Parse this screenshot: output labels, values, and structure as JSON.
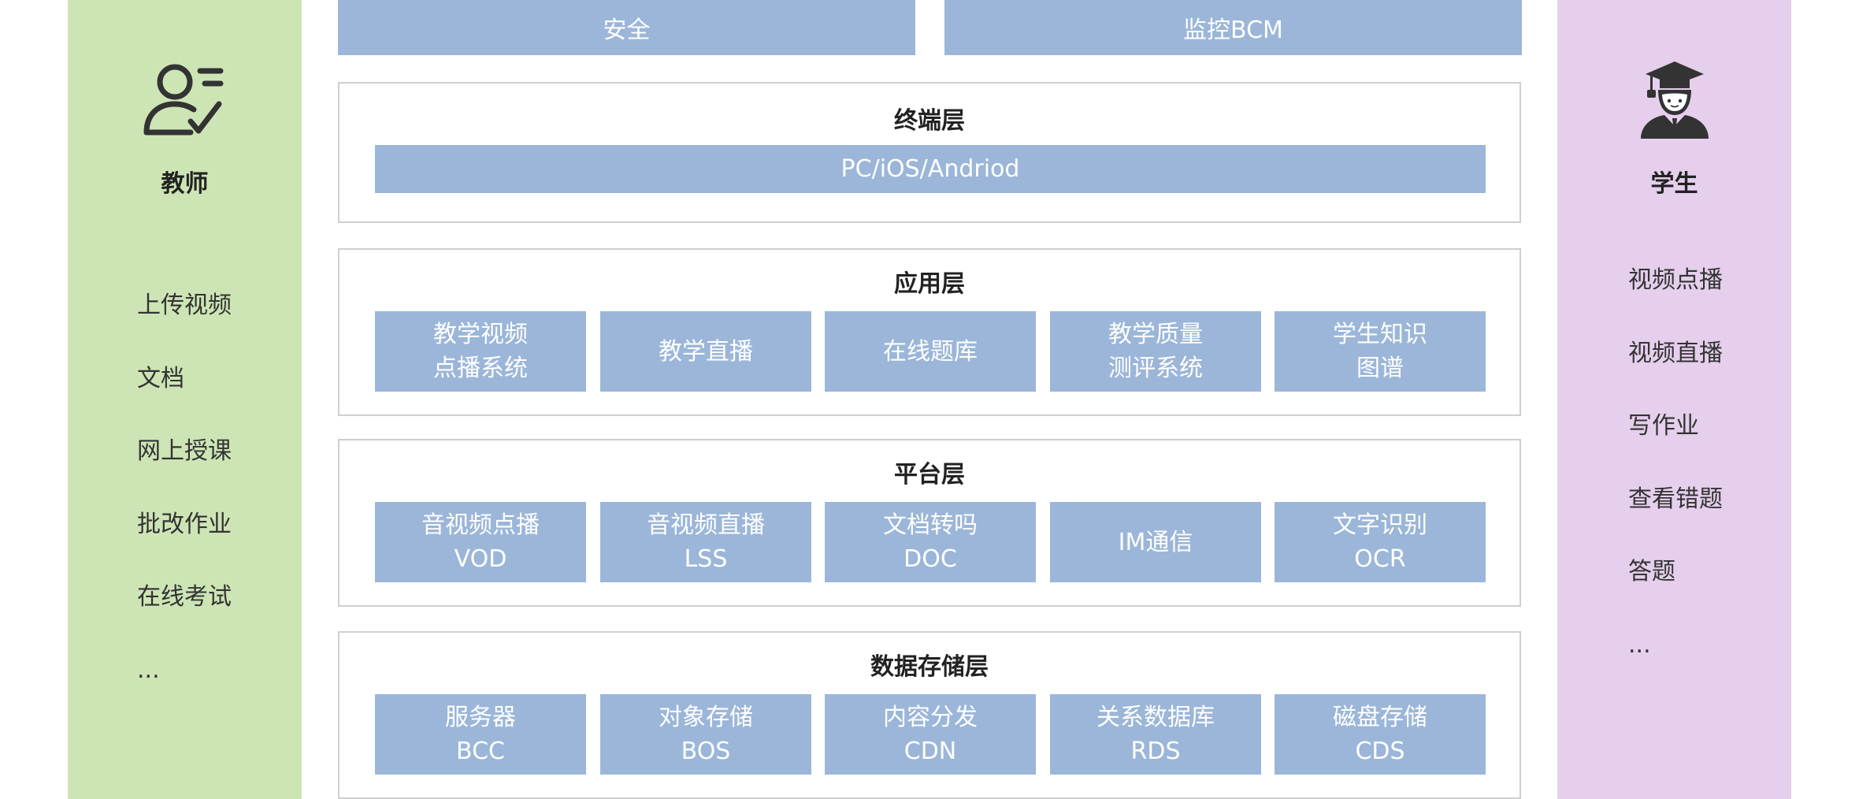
{
  "teacher": {
    "role": "教师",
    "items": [
      "上传视频",
      "文档",
      "网上授课",
      "批改作业",
      "在线考试",
      "..."
    ]
  },
  "student": {
    "role": "学生",
    "items": [
      "视频点播",
      "视频直播",
      "写作业",
      "查看错题",
      "答题",
      "..."
    ]
  },
  "top": {
    "security": "安全",
    "monitor": "监控BCM"
  },
  "terminal": {
    "title": "终端层",
    "bar": "PC/iOS/Andriod"
  },
  "app": {
    "title": "应用层",
    "boxes": [
      {
        "line1": "教学视频",
        "line2": "点播系统"
      },
      {
        "line1": "教学直播",
        "line2": ""
      },
      {
        "line1": "在线题库",
        "line2": ""
      },
      {
        "line1": "教学质量",
        "line2": "测评系统"
      },
      {
        "line1": "学生知识",
        "line2": "图谱"
      }
    ]
  },
  "platform": {
    "title": "平台层",
    "boxes": [
      {
        "line1": "音视频点播",
        "line2": "VOD"
      },
      {
        "line1": "音视频直播",
        "line2": "LSS"
      },
      {
        "line1": "文档转吗",
        "line2": "DOC"
      },
      {
        "line1": "IM通信",
        "line2": ""
      },
      {
        "line1": "文字识别",
        "line2": "OCR"
      }
    ]
  },
  "storage": {
    "title": "数据存储层",
    "boxes": [
      {
        "line1": "服务器",
        "line2": "BCC"
      },
      {
        "line1": "对象存储",
        "line2": "BOS"
      },
      {
        "line1": "内容分发",
        "line2": "CDN"
      },
      {
        "line1": "关系数据库",
        "line2": "RDS"
      },
      {
        "line1": "磁盘存储",
        "line2": "CDS"
      }
    ]
  },
  "colors": {
    "box": "#9bb6d8",
    "teacher_panel": "#cde5b5",
    "student_panel": "#e5cfec",
    "border": "#cfcfcf",
    "icon": "#333333"
  },
  "icons": {
    "teacher": "teacher-icon",
    "student": "student-icon"
  }
}
